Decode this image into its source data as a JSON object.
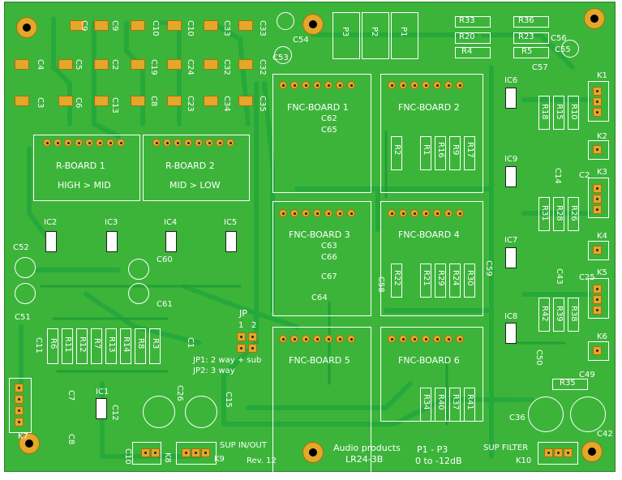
{
  "board": {
    "title": "Audio products",
    "model": "LR24-3B",
    "revision": "Rev. 12",
    "pot_note_line1": "P1 - P3",
    "pot_note_line2": "0 to -12dB"
  },
  "modules": {
    "r_board_1": {
      "name": "R-BOARD 1",
      "caption": "HIGH > MID"
    },
    "r_board_2": {
      "name": "R-BOARD 2",
      "caption": "MID > LOW"
    },
    "fnc_boards": [
      "FNC-BOARD 1",
      "FNC-BOARD 2",
      "FNC-BOARD 3",
      "FNC-BOARD 4",
      "FNC-BOARD 5",
      "FNC-BOARD 6"
    ]
  },
  "jumper": {
    "label": "JP",
    "pin1": "1",
    "pin2": "2",
    "note_line1": "JP1: 2 way + sub",
    "note_line2": "JP2: 3 way"
  },
  "connectors": {
    "k8": "K8",
    "k9": "K9",
    "k10": "K10",
    "k7": "K7",
    "sup_in_out": "SUP IN/OUT",
    "sup_filter": "SUP FILTER",
    "right_column": [
      "K1",
      "K2",
      "K3",
      "K4",
      "K5",
      "K6"
    ]
  },
  "ics": [
    "IC1",
    "IC2",
    "IC3",
    "IC4",
    "IC5",
    "IC6",
    "IC7",
    "IC8",
    "IC9"
  ],
  "pots": [
    "P3",
    "P2",
    "P1"
  ],
  "smd_caps_top": [
    "C9",
    "C9",
    "C10",
    "C10",
    "C33",
    "C33"
  ],
  "smd_caps_row2": [
    "C4",
    "C5",
    "C2",
    "C19",
    "C24",
    "C32",
    "C32"
  ],
  "smd_caps_row3": [
    "C3",
    "C6",
    "C13",
    "C8",
    "C23",
    "C34",
    "C35"
  ],
  "resistors_top_right": [
    "R33",
    "R36",
    "R20",
    "R23",
    "R4",
    "R5"
  ],
  "resistors_fnc2": [
    "R2",
    "R1",
    "R16",
    "R9",
    "R17"
  ],
  "resistors_fnc4": [
    "R22",
    "R21",
    "R29",
    "R24",
    "R30"
  ],
  "resistors_fnc6": [
    "R34",
    "R40",
    "R37",
    "R41"
  ],
  "resistors_left": [
    "R6",
    "R11",
    "R12",
    "R7",
    "R13",
    "R14",
    "R8",
    "R3"
  ],
  "resistors_right_col": [
    "R18",
    "R15",
    "R10",
    "R31",
    "R28",
    "R26",
    "R42",
    "R39",
    "R38",
    "R35"
  ],
  "caps_misc": [
    "C54",
    "C53",
    "C56",
    "C55",
    "C57",
    "C62",
    "C65",
    "C63",
    "C66",
    "C67",
    "C64",
    "C58",
    "C59",
    "C52",
    "C51",
    "C60",
    "C61",
    "C11",
    "C1",
    "C26",
    "C15",
    "C36",
    "C42",
    "C49",
    "C50",
    "C25",
    "C14",
    "C2",
    "C43",
    "C7",
    "C8",
    "C10",
    "C12"
  ]
}
